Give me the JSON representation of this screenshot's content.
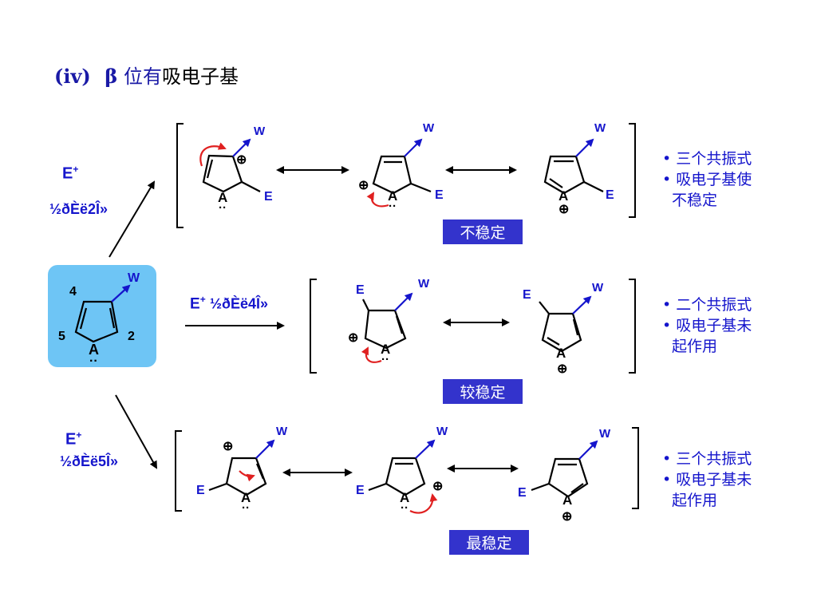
{
  "title": {
    "label": "(iv)",
    "beta": "β",
    "part_blue": "位有",
    "part_black": "吸电子基"
  },
  "paths": [
    {
      "reagent": "E",
      "charge": "+",
      "position_text": "½ðÈë2Î»"
    },
    {
      "reagent": "E",
      "charge": "+",
      "position_text": "½ðÈë4Î»"
    },
    {
      "reagent": "E",
      "charge": "+",
      "position_text": "½ðÈë5Î»"
    }
  ],
  "notes": [
    {
      "lines": [
        "• 三个共振式",
        "• 吸电子基使",
        "  不稳定"
      ]
    },
    {
      "lines": [
        "• 二个共振式",
        "• 吸电子基未",
        "  起作用"
      ]
    },
    {
      "lines": [
        "• 三个共振式",
        "• 吸电子基未",
        "  起作用"
      ]
    }
  ],
  "badges": [
    "不稳定",
    "较稳定",
    "最稳定"
  ],
  "starting_material": {
    "pos4": "4",
    "pos5": "5",
    "pos2": "2",
    "heteroatom": "A",
    "substituent": "W",
    "lone_pair": "··"
  },
  "labels": {
    "heteroatom": "A",
    "substituent": "W",
    "electrophile": "E",
    "plus_symbol": "⊕",
    "lone_pair": "··"
  },
  "colors": {
    "blue": "#1515cc",
    "red": "#e02020",
    "box": "#6ec5f5",
    "badge": "#3333cc"
  }
}
